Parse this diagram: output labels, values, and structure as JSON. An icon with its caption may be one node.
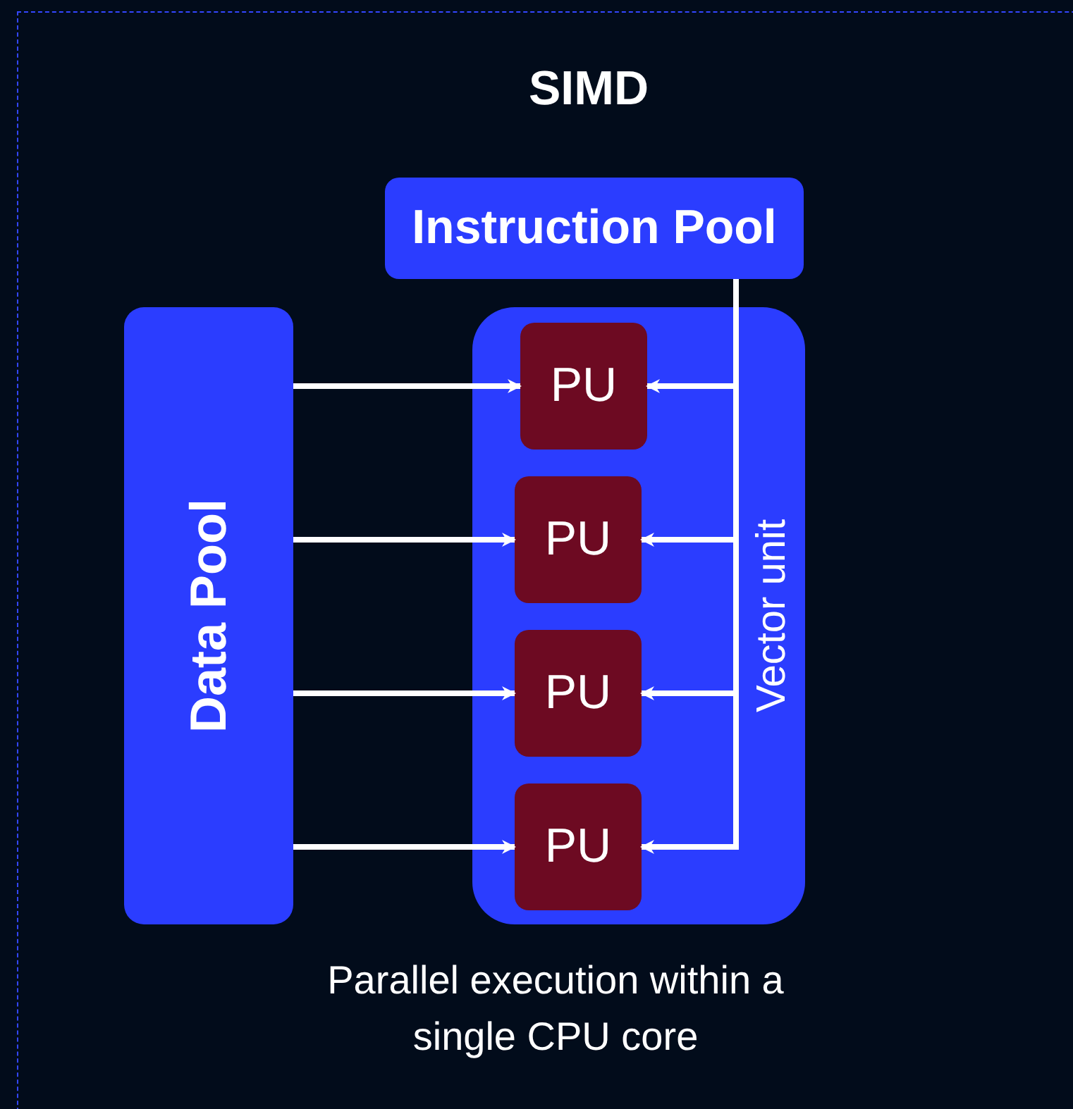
{
  "diagram": {
    "title": "SIMD",
    "caption": "Parallel execution within a single CPU core",
    "nodes": [
      {
        "text": [
          "Instruction Pool"
        ]
      },
      {
        "text": [
          "Data Pool"
        ]
      },
      {
        "text": [
          "Vector unit"
        ]
      },
      {
        "text": [
          "PU"
        ],
        "in": 2
      },
      {
        "text": [
          "PU"
        ],
        "in": 2
      },
      {
        "text": [
          "PU"
        ],
        "in": 2
      },
      {
        "text": [
          "PU"
        ],
        "in": 2
      }
    ],
    "edges": [
      {
        "from": 1,
        "to": 3,
        "arrow": "to"
      },
      {
        "from": 1,
        "to": 4,
        "arrow": "to"
      },
      {
        "from": 1,
        "to": 5,
        "arrow": "to"
      },
      {
        "from": 1,
        "to": 6,
        "arrow": "to"
      },
      {
        "from": 0,
        "to": 3,
        "arrow": "to"
      },
      {
        "from": 0,
        "to": 4,
        "arrow": "to"
      },
      {
        "from": 0,
        "to": 5,
        "arrow": "to"
      },
      {
        "from": 0,
        "to": 6,
        "arrow": "to"
      }
    ]
  }
}
